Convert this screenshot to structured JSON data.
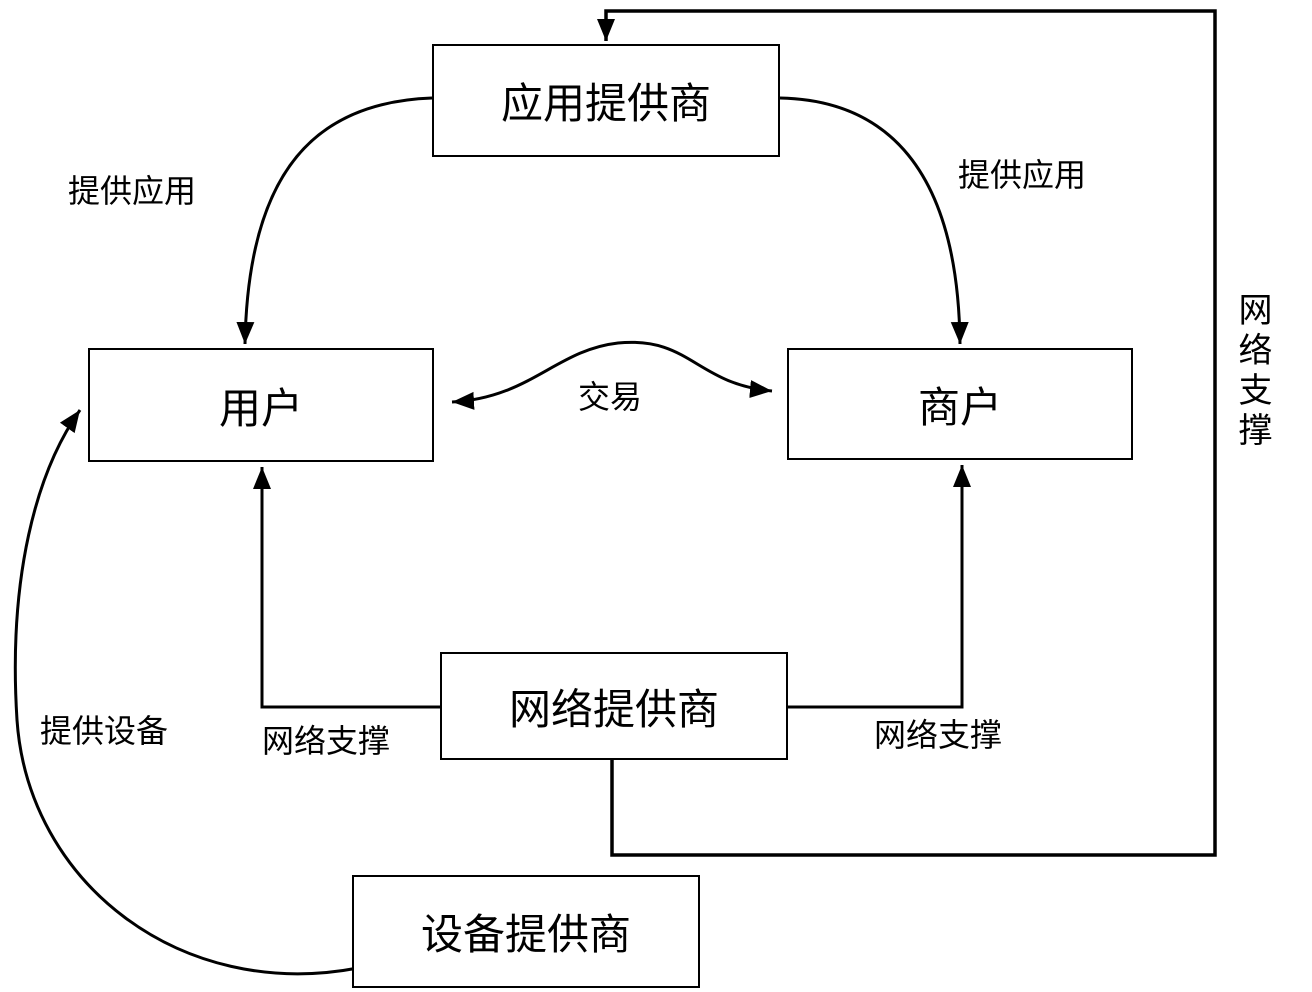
{
  "diagram": {
    "background_color": "#ffffff",
    "stroke_color": "#000000",
    "nodes": {
      "app_provider": {
        "label": "应用提供商"
      },
      "user": {
        "label": "用户"
      },
      "merchant": {
        "label": "商户"
      },
      "network_provider": {
        "label": "网络提供商"
      },
      "device_provider": {
        "label": "设备提供商"
      }
    },
    "labels": {
      "provide_app_left": "提供应用",
      "provide_app_right": "提供应用",
      "transaction": "交易",
      "network_support_vertical": "网络支撑",
      "network_support_left": "网络支撑",
      "network_support_right": "网络支撑",
      "provide_device": "提供设备"
    },
    "edges": [
      {
        "from": "app_provider",
        "to": "user",
        "label": "提供应用",
        "bidirectional": false
      },
      {
        "from": "app_provider",
        "to": "merchant",
        "label": "提供应用",
        "bidirectional": false
      },
      {
        "from": "user",
        "to": "merchant",
        "label": "交易",
        "bidirectional": true
      },
      {
        "from": "network_provider",
        "to": "user",
        "label": "网络支撑",
        "bidirectional": false
      },
      {
        "from": "network_provider",
        "to": "merchant",
        "label": "网络支撑",
        "bidirectional": false
      },
      {
        "from": "network_provider",
        "to": "app_provider",
        "label": "网络支撑",
        "bidirectional": false
      },
      {
        "from": "device_provider",
        "to": "user",
        "label": "提供设备",
        "bidirectional": false
      }
    ]
  }
}
